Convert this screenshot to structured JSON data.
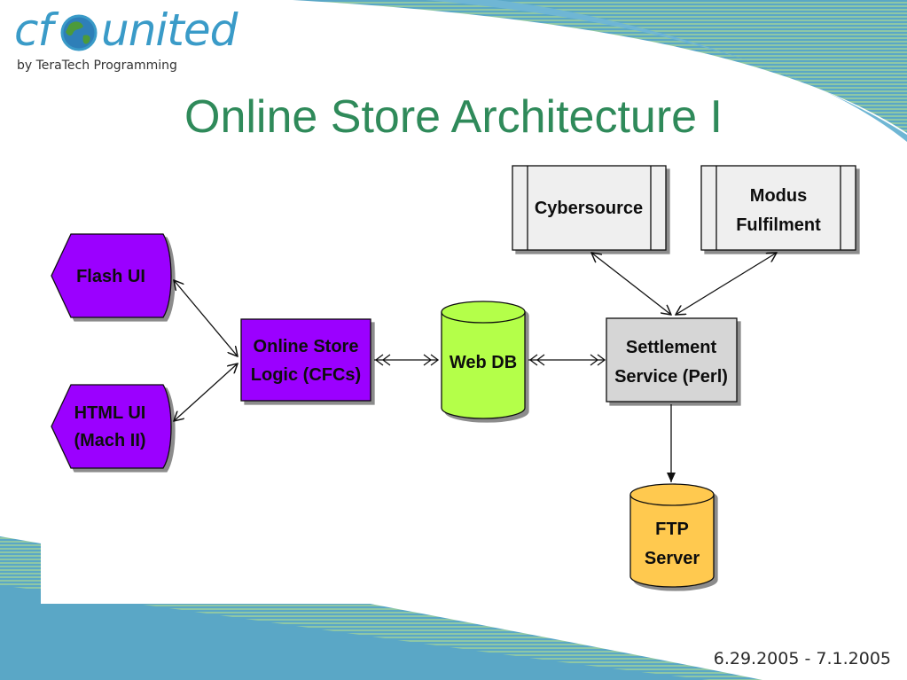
{
  "logo": {
    "cf": "cf",
    "united": "united",
    "tagline": "by TeraTech Programming"
  },
  "slide": {
    "title": "Online Store Architecture I",
    "dates": "6.29.2005 - 7.1.2005"
  },
  "diagram": {
    "nodes": {
      "flash_ui": "Flash UI",
      "html_ui_line1": "HTML UI",
      "html_ui_line2": "(Mach II)",
      "store_logic_line1": "Online Store",
      "store_logic_line2": "Logic (CFCs)",
      "web_db": "Web DB",
      "settlement_line1": "Settlement",
      "settlement_line2": "Service (Perl)",
      "cybersource": "Cybersource",
      "modus_line1": "Modus",
      "modus_line2": "Fulfilment",
      "ftp_line1": "FTP",
      "ftp_line2": "Server"
    },
    "colors": {
      "ui": "#9b00ff",
      "database": "#b4ff4a",
      "service": "#d6d6d6",
      "external": "#efefef",
      "ftp": "#ffc94f"
    }
  }
}
